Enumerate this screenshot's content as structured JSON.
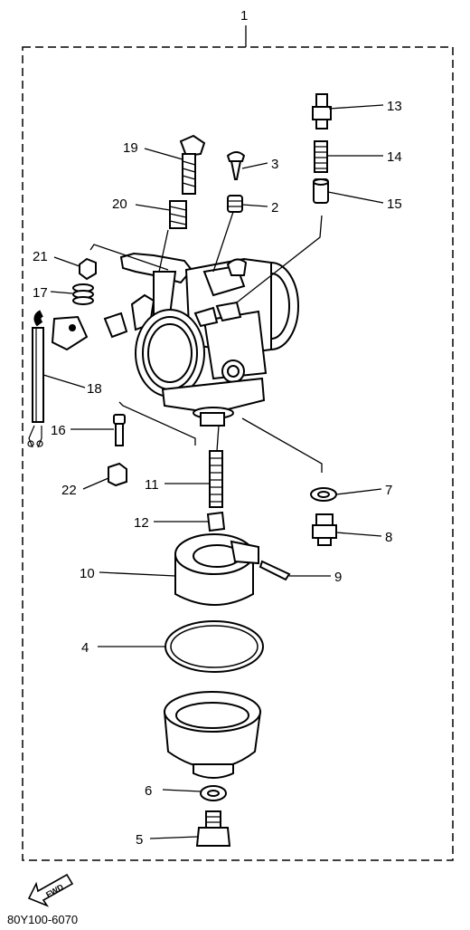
{
  "assembly_number": "1",
  "parts": [
    {
      "id": "13",
      "label": "13"
    },
    {
      "id": "14",
      "label": "14"
    },
    {
      "id": "15",
      "label": "15"
    },
    {
      "id": "19",
      "label": "19"
    },
    {
      "id": "3",
      "label": "3"
    },
    {
      "id": "20",
      "label": "20"
    },
    {
      "id": "2",
      "label": "2"
    },
    {
      "id": "21",
      "label": "21"
    },
    {
      "id": "17",
      "label": "17"
    },
    {
      "id": "18",
      "label": "18"
    },
    {
      "id": "16",
      "label": "16"
    },
    {
      "id": "22",
      "label": "22"
    },
    {
      "id": "11",
      "label": "11"
    },
    {
      "id": "7",
      "label": "7"
    },
    {
      "id": "12",
      "label": "12"
    },
    {
      "id": "8",
      "label": "8"
    },
    {
      "id": "10",
      "label": "10"
    },
    {
      "id": "9",
      "label": "9"
    },
    {
      "id": "4",
      "label": "4"
    },
    {
      "id": "6",
      "label": "6"
    },
    {
      "id": "5",
      "label": "5"
    }
  ],
  "fwd_label": "FWD",
  "drawing_code": "80Y100-6070"
}
